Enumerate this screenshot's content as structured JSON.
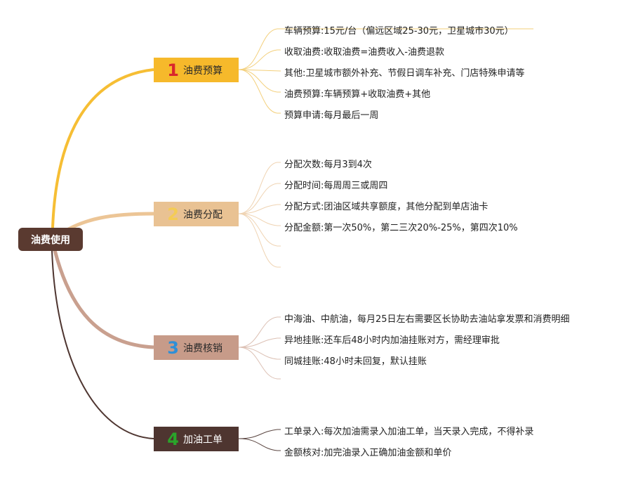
{
  "root": {
    "label": "油费使用"
  },
  "branches": [
    {
      "number": "1",
      "label": "油费预算",
      "color": "#f6b92b",
      "number_color": "#d9262c",
      "items": [
        "车辆预算:15元/台（偏远区域25-30元，卫星城市30元）",
        "收取油费:收取油费=油费收入-油费退款",
        "其他:卫星城市额外补充、节假日调车补充、门店特殊申请等",
        "油费预算:车辆预算+收取油费+其他",
        "预算申请:每月最后一周"
      ]
    },
    {
      "number": "2",
      "label": "油费分配",
      "color": "#e9c293",
      "number_color": "#f4cc55",
      "items": [
        "分配次数:每月3到4次",
        "分配时间:每周周三或周四",
        "分配方式:团油区域共享额度，其他分配到单店油卡",
        "分配金额:第一次50%，第二三次20%-25%，第四次10%",
        "",
        ""
      ]
    },
    {
      "number": "3",
      "label": "油费核销",
      "color": "#c79b89",
      "number_color": "#2f8fd6",
      "items": [
        "中海油、中航油，每月25日左右需要区长协助去油站拿发票和消费明细",
        "异地挂账:还车后48小时内加油挂账对方，需经理审批",
        "同城挂账:48小时未回复，默认挂账",
        ""
      ]
    },
    {
      "number": "4",
      "label": "加油工单",
      "color": "#4e3530",
      "number_color": "#2aa52a",
      "items": [
        "工单录入:每次加油需录入加油工单，当天录入完成，不得补录",
        "金额核对:加完油录入正确加油金额和单价"
      ]
    }
  ]
}
